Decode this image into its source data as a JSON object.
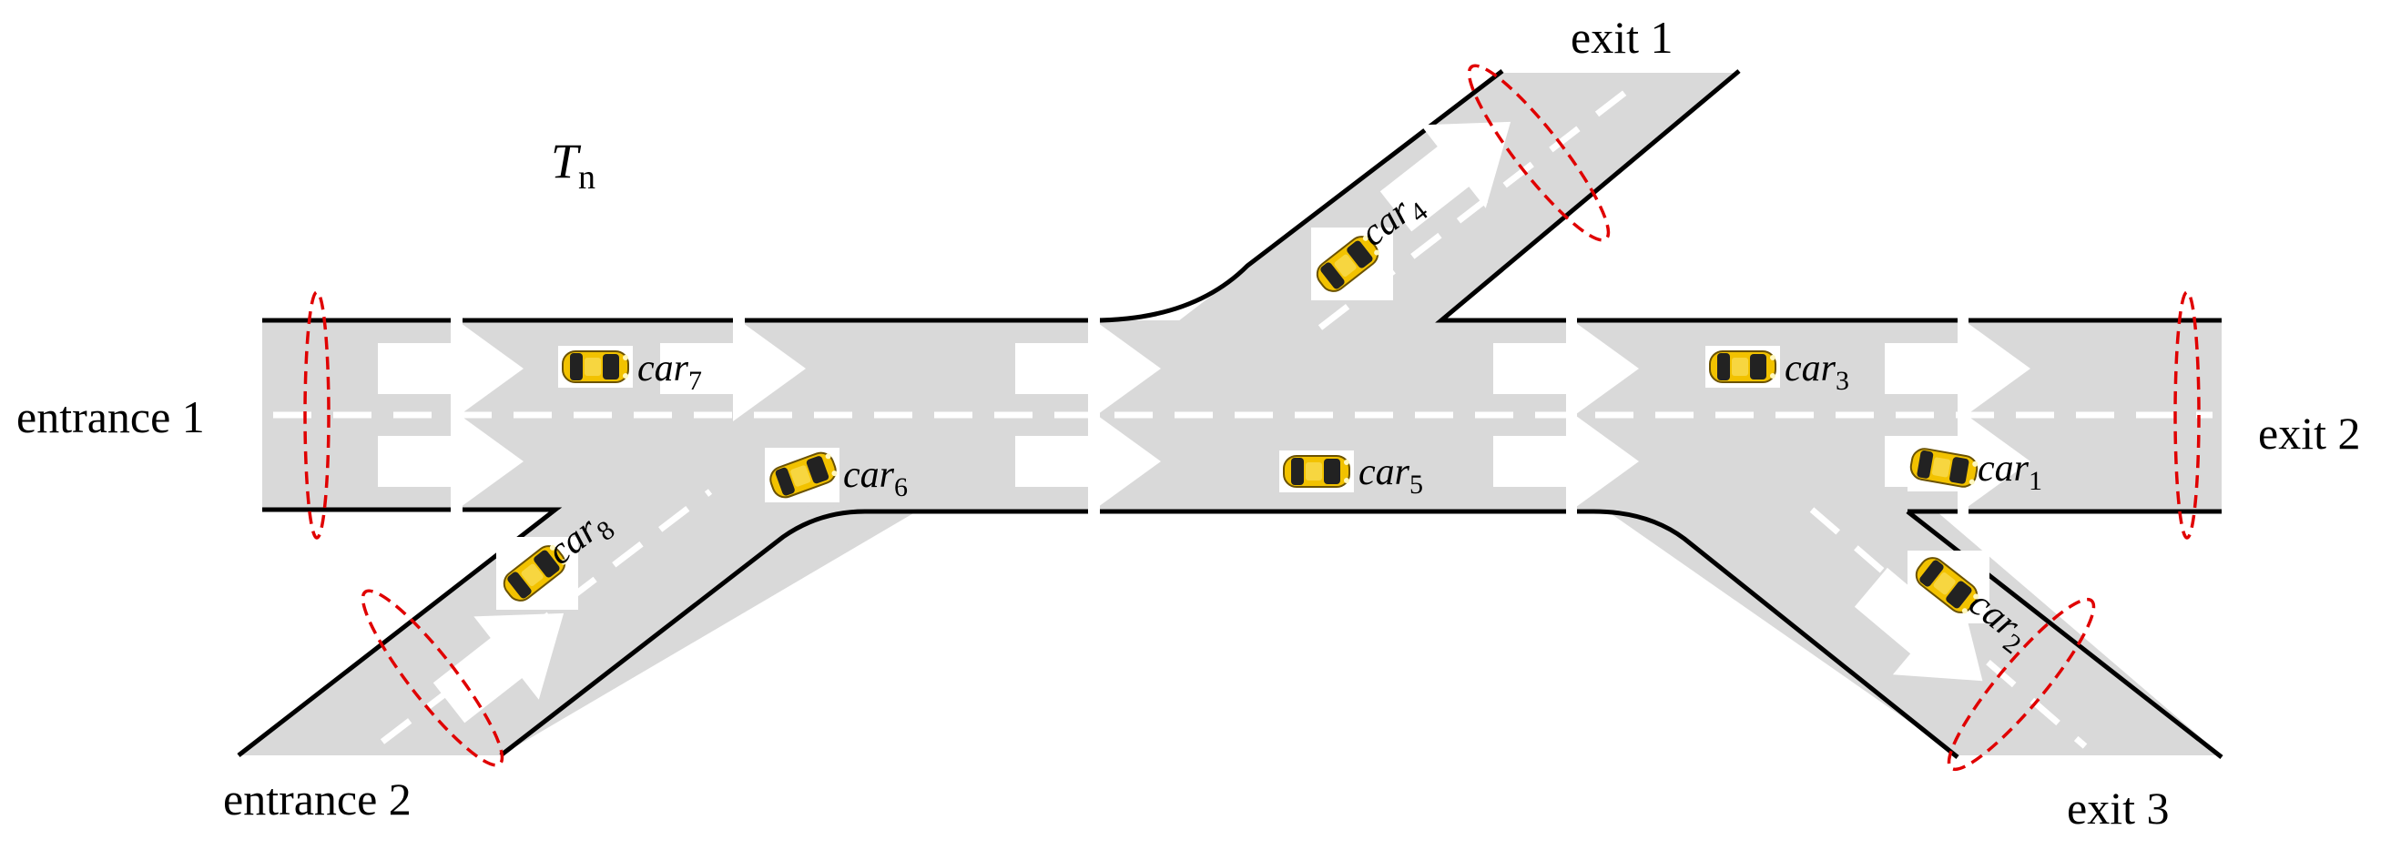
{
  "title": {
    "main": "T",
    "sub": "n"
  },
  "labels": {
    "entrance_1": "entrance 1",
    "entrance_2": "entrance 2",
    "exit_1": "exit 1",
    "exit_2": "exit 2",
    "exit_3": "exit 3"
  },
  "cars": [
    {
      "id": "car7",
      "name": "car",
      "sub": "7"
    },
    {
      "id": "car6",
      "name": "car",
      "sub": "6"
    },
    {
      "id": "car8",
      "name": "car",
      "sub": "8"
    },
    {
      "id": "car5",
      "name": "car",
      "sub": "5"
    },
    {
      "id": "car4",
      "name": "car",
      "sub": "4"
    },
    {
      "id": "car3",
      "name": "car",
      "sub": "3"
    },
    {
      "id": "car1",
      "name": "car",
      "sub": "1"
    },
    {
      "id": "car2",
      "name": "car",
      "sub": "2"
    }
  ],
  "colors": {
    "road": "#d9d9d9",
    "edge": "#000000",
    "marking": "#ffffff",
    "detector": "#e00000",
    "car_body": "#f2c200"
  }
}
